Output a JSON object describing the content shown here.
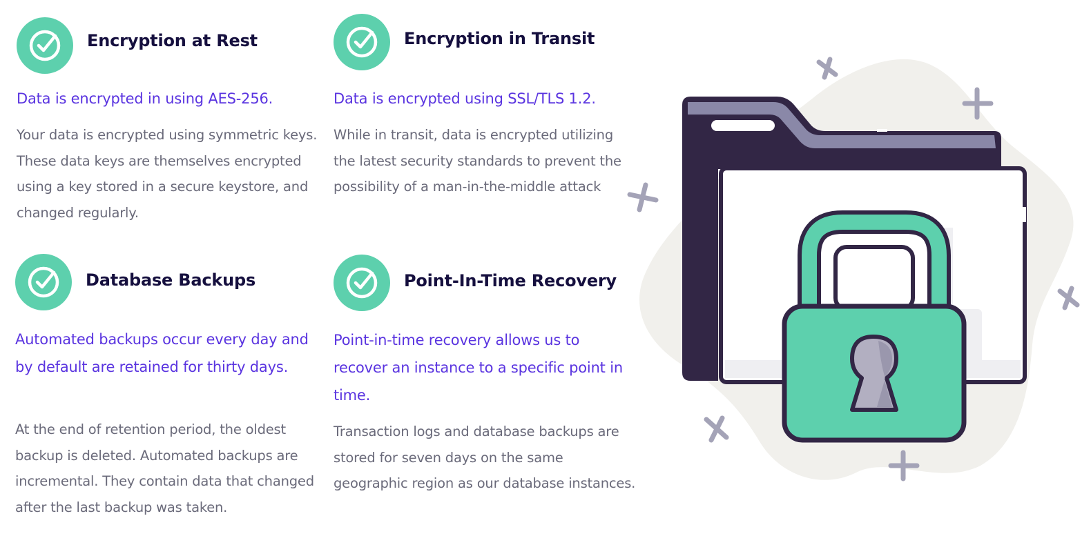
{
  "features": [
    {
      "title": "Encryption at Rest",
      "lead": "Data is encrypted in using AES-256.",
      "description": "Your data is encrypted using symmetric keys. These data keys are themselves encrypted using a key stored in a secure keystore, and changed regularly.",
      "icon": "check-circle-icon"
    },
    {
      "title": "Encryption in Transit",
      "lead": "Data is encrypted using SSL/TLS 1.2.",
      "description": "While in transit, data is encrypted utilizing the latest security standards to prevent the possibility of a man-in-the-middle attack",
      "icon": "check-circle-icon"
    },
    {
      "title": "Database Backups",
      "lead": "Automated backups occur every day and by default are retained for thirty days.",
      "description": "At the end of retention period, the oldest backup is deleted. Automated backups are incremental. They contain data that changed after the last backup was taken.",
      "icon": "check-circle-icon"
    },
    {
      "title": "Point-In-Time Recovery",
      "lead": "Point-in-time recovery allows us to recover an instance to a specific point in time.",
      "description": "Transaction logs and database backups are stored for seven days on the same geographic region as our database instances.",
      "icon": "check-circle-icon"
    }
  ],
  "illustration": {
    "icon": "locked-folder-illustration"
  },
  "colors": {
    "accent_green": "#5dd0ad",
    "title": "#150f3e",
    "lead": "#5a34e0",
    "body_text": "#6a6a7a",
    "folder_dark": "#322645",
    "folder_tab": "#8a88a8",
    "blob": "#f1f0ec",
    "sparkle": "#a4a3b7"
  }
}
